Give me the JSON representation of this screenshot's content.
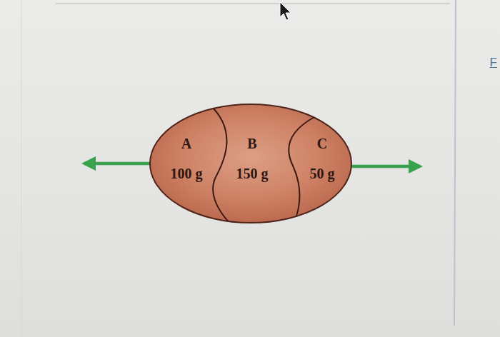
{
  "diagram": {
    "nodes": [
      {
        "text": [
          "A",
          "100 g"
        ]
      },
      {
        "text": [
          "B",
          "150 g"
        ]
      },
      {
        "text": [
          "C",
          "50 g"
        ]
      }
    ],
    "labels": [
      "F"
    ]
  }
}
